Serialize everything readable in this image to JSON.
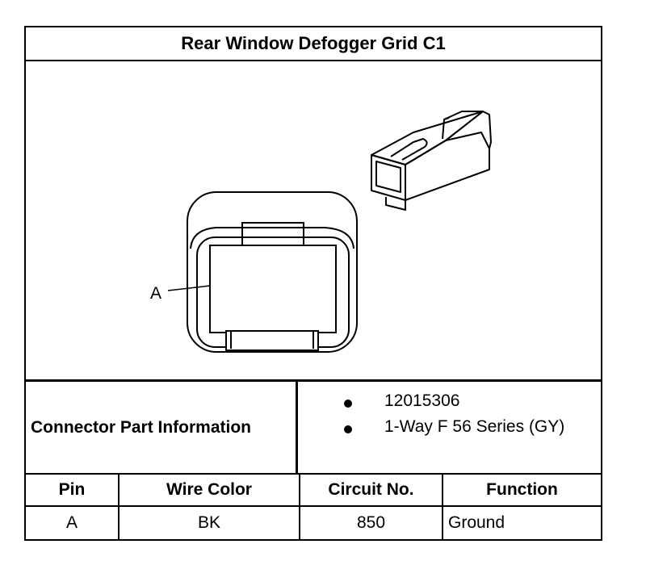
{
  "title": "Rear Window Defogger Grid C1",
  "diagram": {
    "pin_callout": "A"
  },
  "connector_info": {
    "label": "Connector Part Information",
    "items": [
      "12015306",
      "1-Way F 56 Series (GY)"
    ]
  },
  "pin_table": {
    "headers": [
      "Pin",
      "Wire Color",
      "Circuit No.",
      "Function"
    ],
    "rows": [
      [
        "A",
        "BK",
        "850",
        "Ground"
      ]
    ]
  }
}
